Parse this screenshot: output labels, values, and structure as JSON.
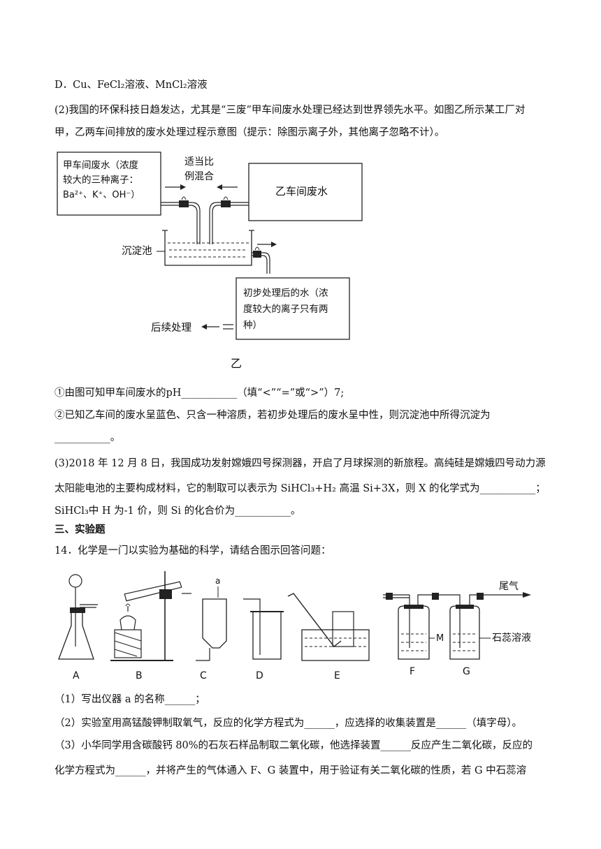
{
  "lines": {
    "l1": "D．Cu、FeCl₂溶液、MnCl₂溶液",
    "l2": "(2)我国的环保科技日趋发达，尤其是“三废”甲车间废水处理已经达到世界领先水平。如图乙所示某工厂对",
    "l3": "甲，乙两车间排放的废水处理过程示意图（提示：除图示离子外，其他离子忽略不计）。",
    "l4": "①由图可知甲车间废水的pH___________（填“<”“=”或“>”）7;",
    "l5": "②已知乙车间的废水呈蓝色、只含一种溶质，若初步处理后的废水呈中性，则沉淀池中所得沉淀为",
    "l6": "___________。",
    "l7": "(3)2018 年 12 月 8 日，我国成功发射嫦娥四号探测器，开启了月球探测的新旅程。高纯硅是嫦娥四号动力源",
    "l8": "太阳能电池的主要构成材料，它的制取可以表示为 SiHCl₃+H₂ 高温 Si+3X，则 X 的化学式为___________；",
    "l9": "SiHCl₃中 H 为-1 价，则 Si 的化合价为___________。",
    "l10": "三、实验题",
    "l11": "14．化学是一门以实验为基础的科学，请结合图示回答问题：",
    "l12": "（1）写出仪器 a 的名称______；",
    "l13": "（2）实验室用高锰酸钾制取氧气，反应的化学方程式为______，应选择的收集装置是______（填字母）。",
    "l14": "（3）小华同学用含碳酸钙 80%的石灰石样品制取二氧化碳，他选择装置______反应产生二氧化碳，反应的",
    "l15": "化学方程式为______，并将产生的气体通入 F、G 装置中，用于验证有关二氧化碳的性质，若 G 中石蕊溶"
  },
  "diagram1": {
    "box_jia_line1": "甲车间废水（浓度",
    "box_jia_line2": "较大的三种离子：",
    "box_jia_line3": "Ba²⁺、K⁺、OH⁻）",
    "mix_line1": "适当比",
    "mix_line2": "例混合",
    "box_yi": "乙车间废水",
    "tank_label": "沉淀池",
    "box_out_line1": "初步处理后的水（浓",
    "box_out_line2": "度较大的离子只有两",
    "box_out_line3": "种）",
    "follow": "后续处理",
    "caption": "乙"
  },
  "diagram2": {
    "label_a": "a",
    "label_A": "A",
    "label_B": "B",
    "label_C": "C",
    "label_D": "D",
    "label_E": "E",
    "label_F": "F",
    "label_G": "G",
    "label_M": "M",
    "tail_gas": "尾气",
    "litmus": "石蕊溶液"
  }
}
